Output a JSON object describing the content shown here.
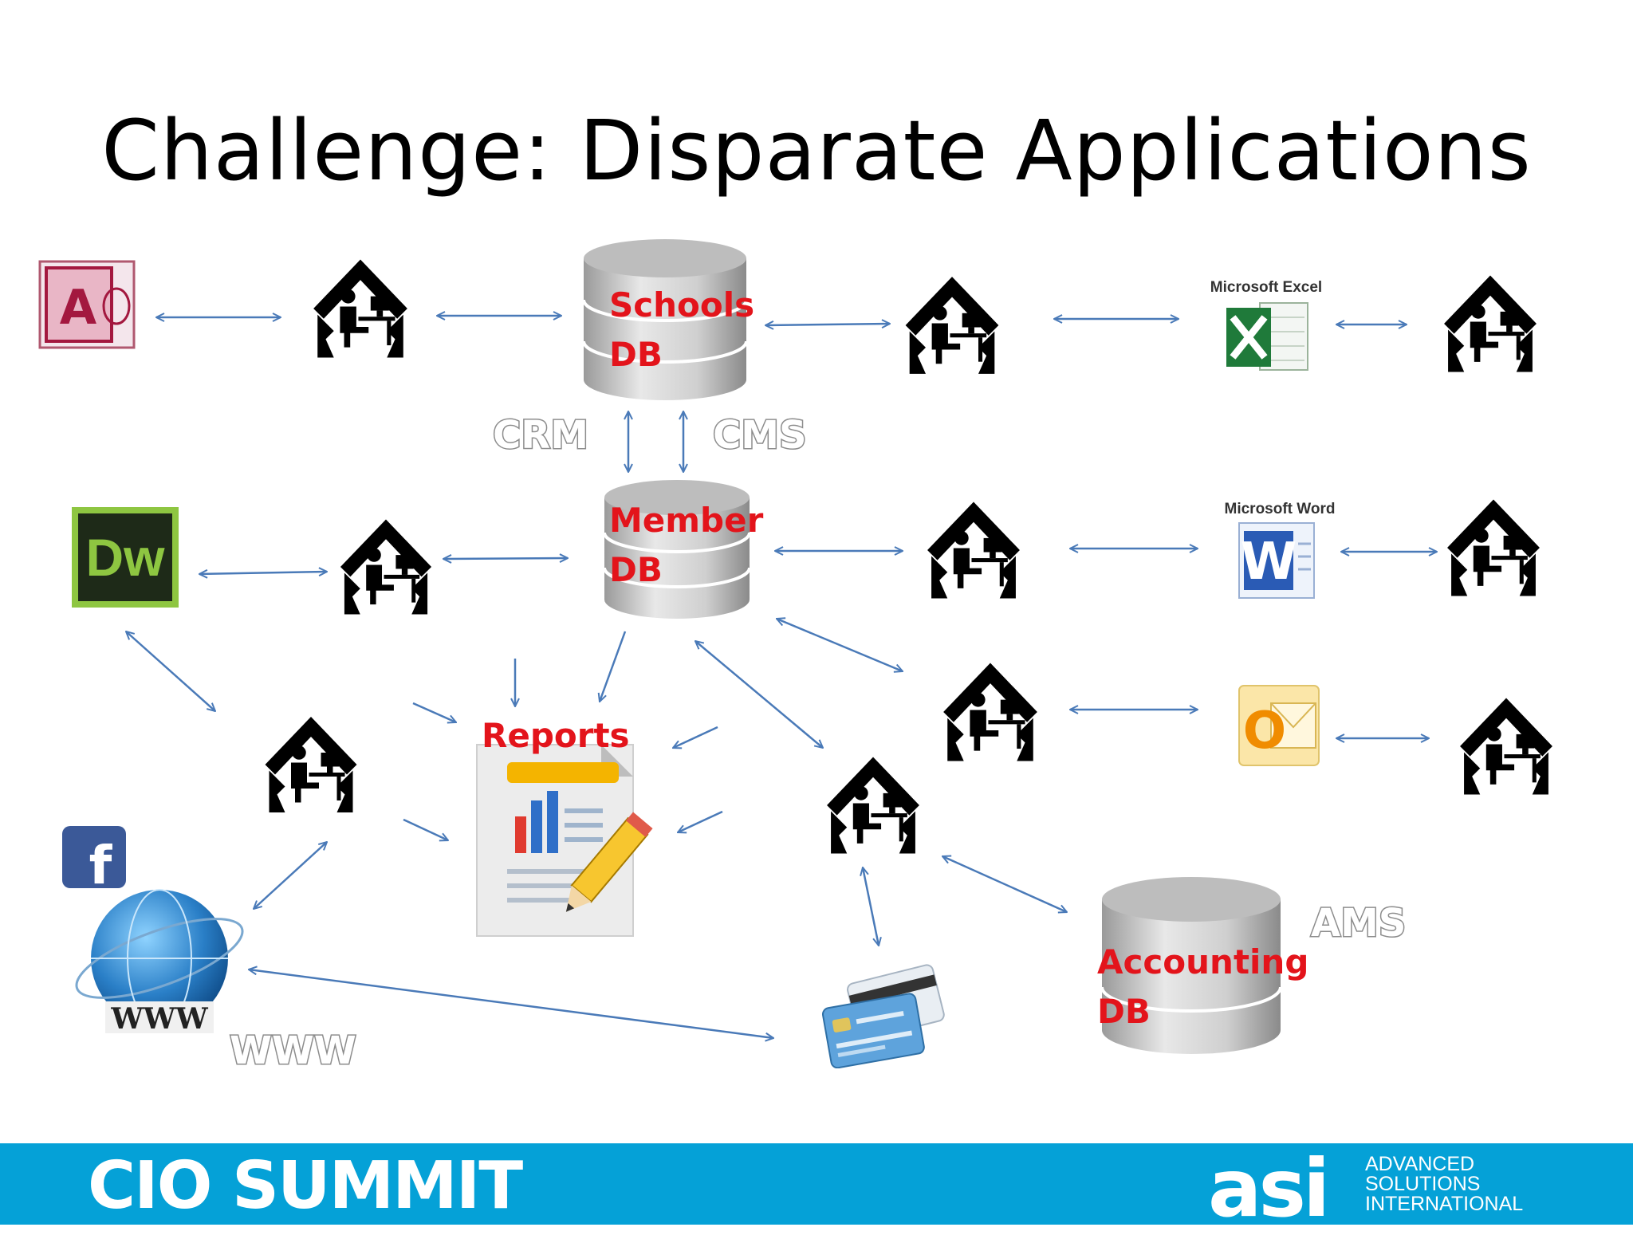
{
  "title": "Challenge: Disparate Applications",
  "databases": {
    "schools": [
      "Schools",
      "DB"
    ],
    "member": [
      "Member",
      "DB"
    ],
    "accounting": [
      "Accounting",
      "DB"
    ]
  },
  "labels": {
    "crm": "CRM",
    "cms": "CMS",
    "ams": "AMS",
    "www": "WWW",
    "reports": "Reports"
  },
  "apps": {
    "excel_caption": "Microsoft Excel",
    "word_caption": "Microsoft Word",
    "dreamweaver": "Dw",
    "access": "A",
    "outlook": "O",
    "facebook": "f",
    "globe_text": "WWW"
  },
  "footer": {
    "event": "CIO SUMMIT",
    "logo": "asi",
    "tagline": [
      "ADVANCED",
      "SOLUTIONS",
      "INTERNATIONAL"
    ]
  },
  "colors": {
    "db_label": "#e3141b",
    "arrow": "#4a7ab8",
    "footer_bg": "#05a1d7"
  }
}
